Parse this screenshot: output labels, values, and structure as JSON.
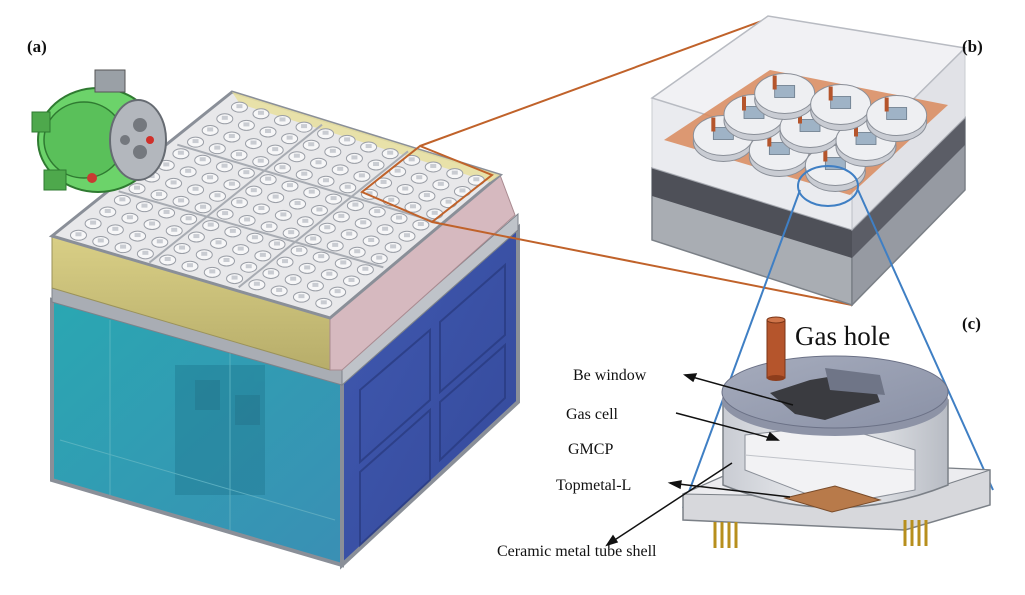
{
  "panels": {
    "a": "(a)",
    "b": "(b)",
    "c": "(c)"
  },
  "labels": {
    "gas_hole": "Gas hole",
    "be_window": "Be window",
    "gas_cell": "Gas cell",
    "gmcp": "GMCP",
    "topmetal": "Topmetal-L",
    "ceramic": "Ceramic metal tube shell"
  },
  "colors": {
    "zoom_line_a_to_b": "#c0622a",
    "zoom_line_b_to_c": "#3f7fc4",
    "gas_tube": "#b5552c",
    "detector_top": "#e9e4b2",
    "detector_front": "#2f9fb0",
    "detector_side": "#3e55a8",
    "motor_green": "#6cd36a"
  }
}
